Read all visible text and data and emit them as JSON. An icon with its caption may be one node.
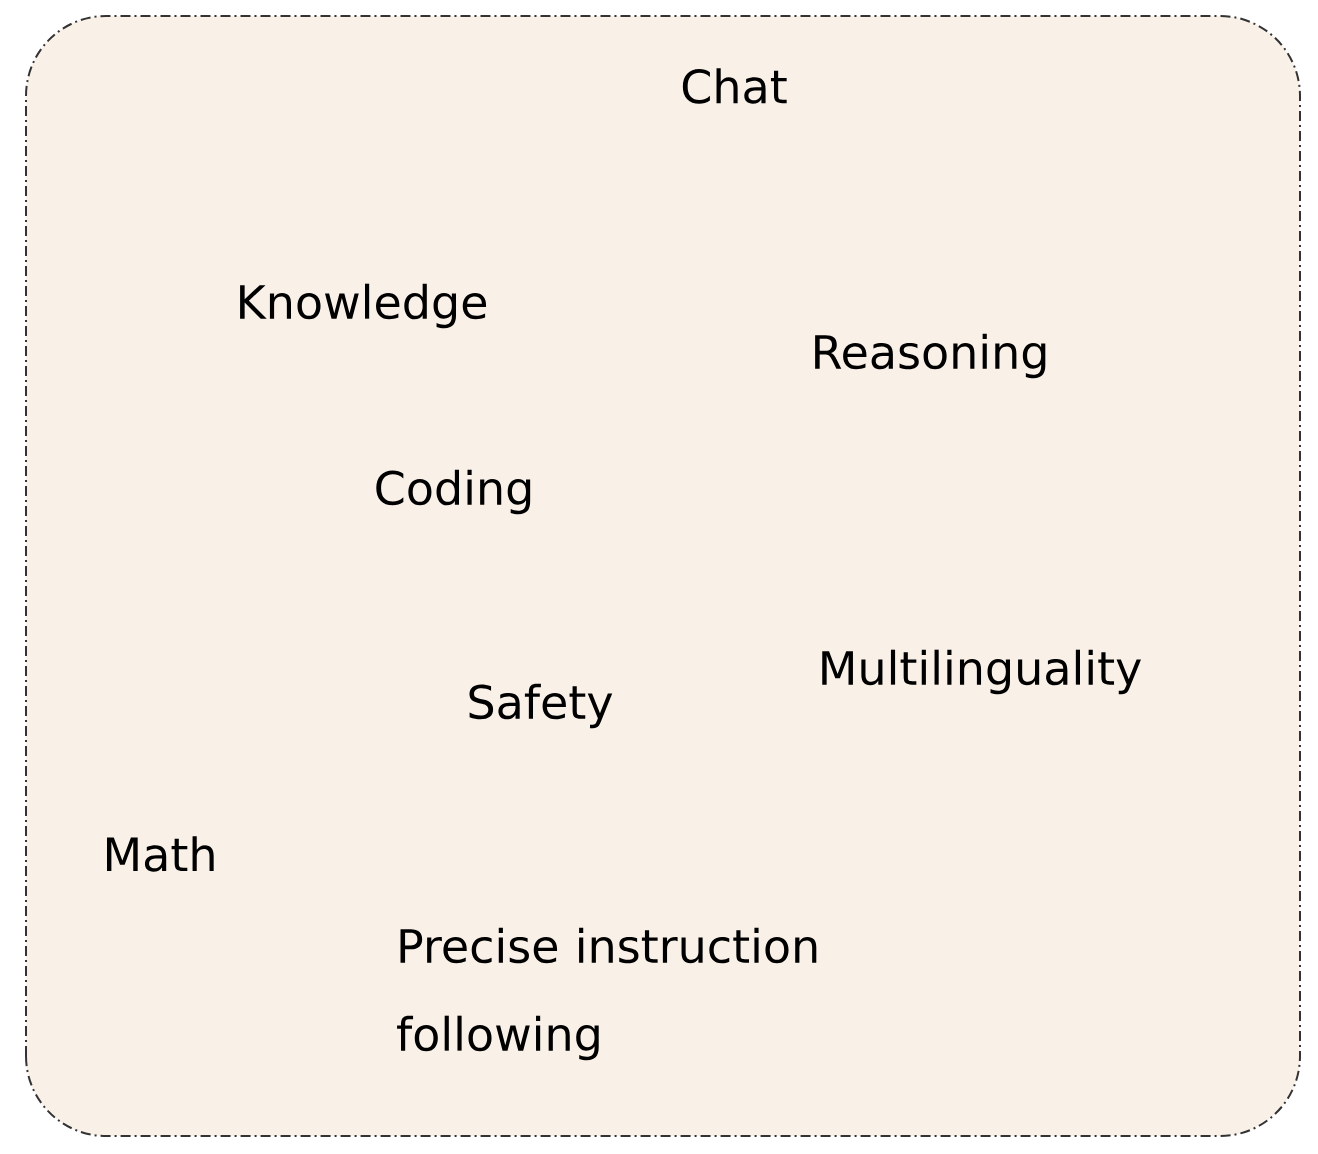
{
  "diagram": {
    "nodes": [
      {
        "text": [
          "Chat",
          "Knowledge",
          "Reasoning",
          "Coding",
          "Multilinguality",
          "Safety",
          "Math",
          "Precise instruction following"
        ]
      }
    ]
  }
}
